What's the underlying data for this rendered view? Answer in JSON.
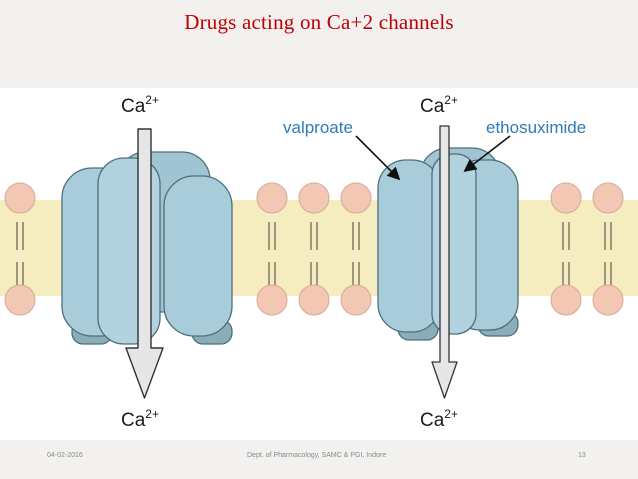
{
  "slide": {
    "title": "Drugs acting on Ca+2 channels"
  },
  "figure": {
    "ion_label": "Ca",
    "ion_charge": "2+",
    "drug_1": "valproate",
    "drug_2": "ethosuximide",
    "colors": {
      "membrane_band": "#f5ecc0",
      "phospholipid_head": "#f2c8b4",
      "channel_body": "#a9ccda",
      "channel_outline": "#4d6f7c",
      "arrow_fill": "#e8e8e8",
      "label_blue": "#2f7bb5"
    }
  },
  "footer": {
    "date": "04-02-2016",
    "department": "Dept. of Pharmacology, SAMC & PGI, Indore",
    "page_number": "13"
  }
}
